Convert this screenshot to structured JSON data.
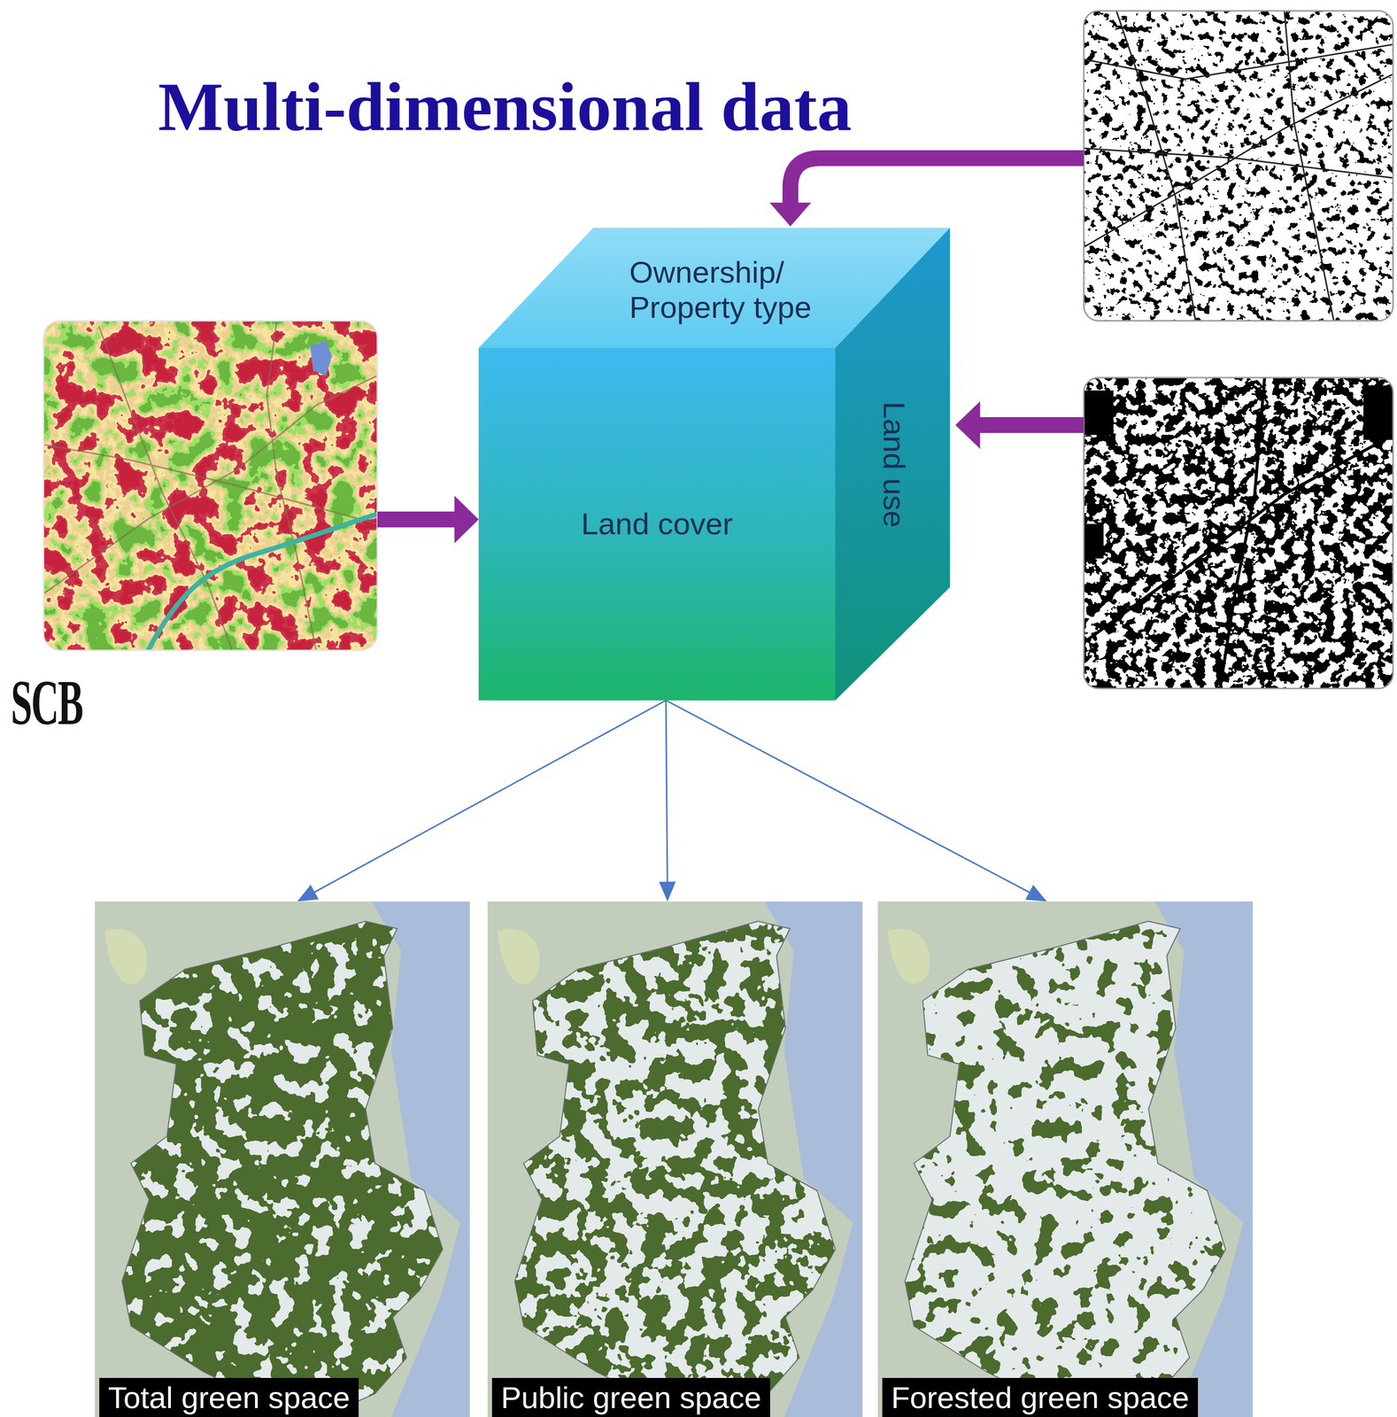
{
  "diagram": {
    "title": "Multi-dimensional data",
    "nodes": [
      {
        "text": [
          "Ownership/ Property type"
        ]
      },
      {
        "text": [
          "Land cover"
        ]
      },
      {
        "text": [
          "Land use"
        ]
      },
      {
        "text": [
          "Total green space"
        ]
      },
      {
        "text": [
          "Public green space"
        ]
      },
      {
        "text": [
          "Forested green space"
        ]
      }
    ],
    "edges": [
      {
        "from": 1,
        "to": 3,
        "arrow": "to"
      },
      {
        "from": 1,
        "to": 4,
        "arrow": "to"
      },
      {
        "from": 1,
        "to": 5,
        "arrow": "to"
      }
    ],
    "labels": [
      "SCB"
    ]
  }
}
